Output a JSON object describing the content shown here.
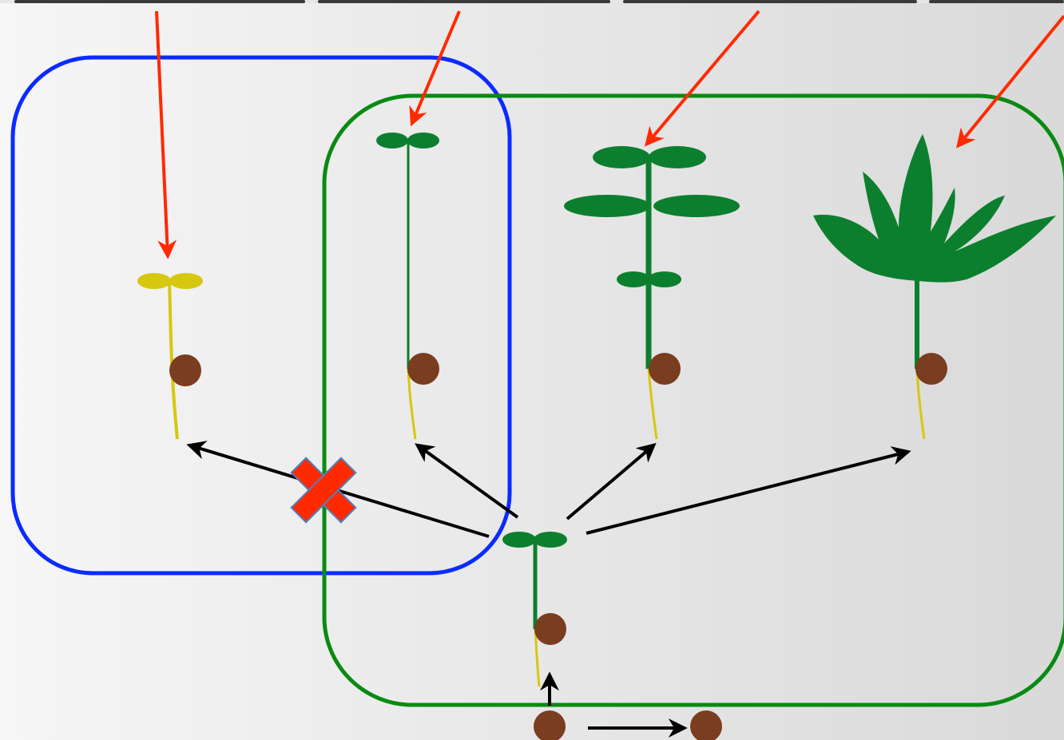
{
  "colors": {
    "background_left": "#f6f6f6",
    "background_right": "#d9d9d9",
    "top_strip": "#3a3a3a",
    "blue_frame": "#0b2bff",
    "green_frame": "#0a8a12",
    "leaf_green": "#0b7f2e",
    "etiolated_yellow": "#d6c80e",
    "seed_brown": "#7a3d1f",
    "light_arrow": "#ff2a00",
    "growth_arrow": "#000000",
    "blocked_mark": "#ff2a00",
    "blocked_mark_outline": "#4f81bd"
  },
  "diagram": {
    "groups": [
      {
        "id": "blue-group",
        "color": "blue"
      },
      {
        "id": "green-group",
        "color": "green"
      }
    ],
    "seedlings": [
      {
        "id": "etiolated-seedling",
        "state": "dark-grown, yellow"
      },
      {
        "id": "thin-green-seedling",
        "state": "green, elongated"
      },
      {
        "id": "leafy-seedling",
        "state": "green, multiple leaf pairs"
      },
      {
        "id": "bushy-seedling",
        "state": "green, spiky leaves"
      },
      {
        "id": "central-seedling",
        "state": "green, young"
      }
    ],
    "seeds": [
      "seed-start",
      "seed-next"
    ],
    "icons": {
      "blocked": "x-mark-icon",
      "light": "light-arrow-icon"
    }
  }
}
